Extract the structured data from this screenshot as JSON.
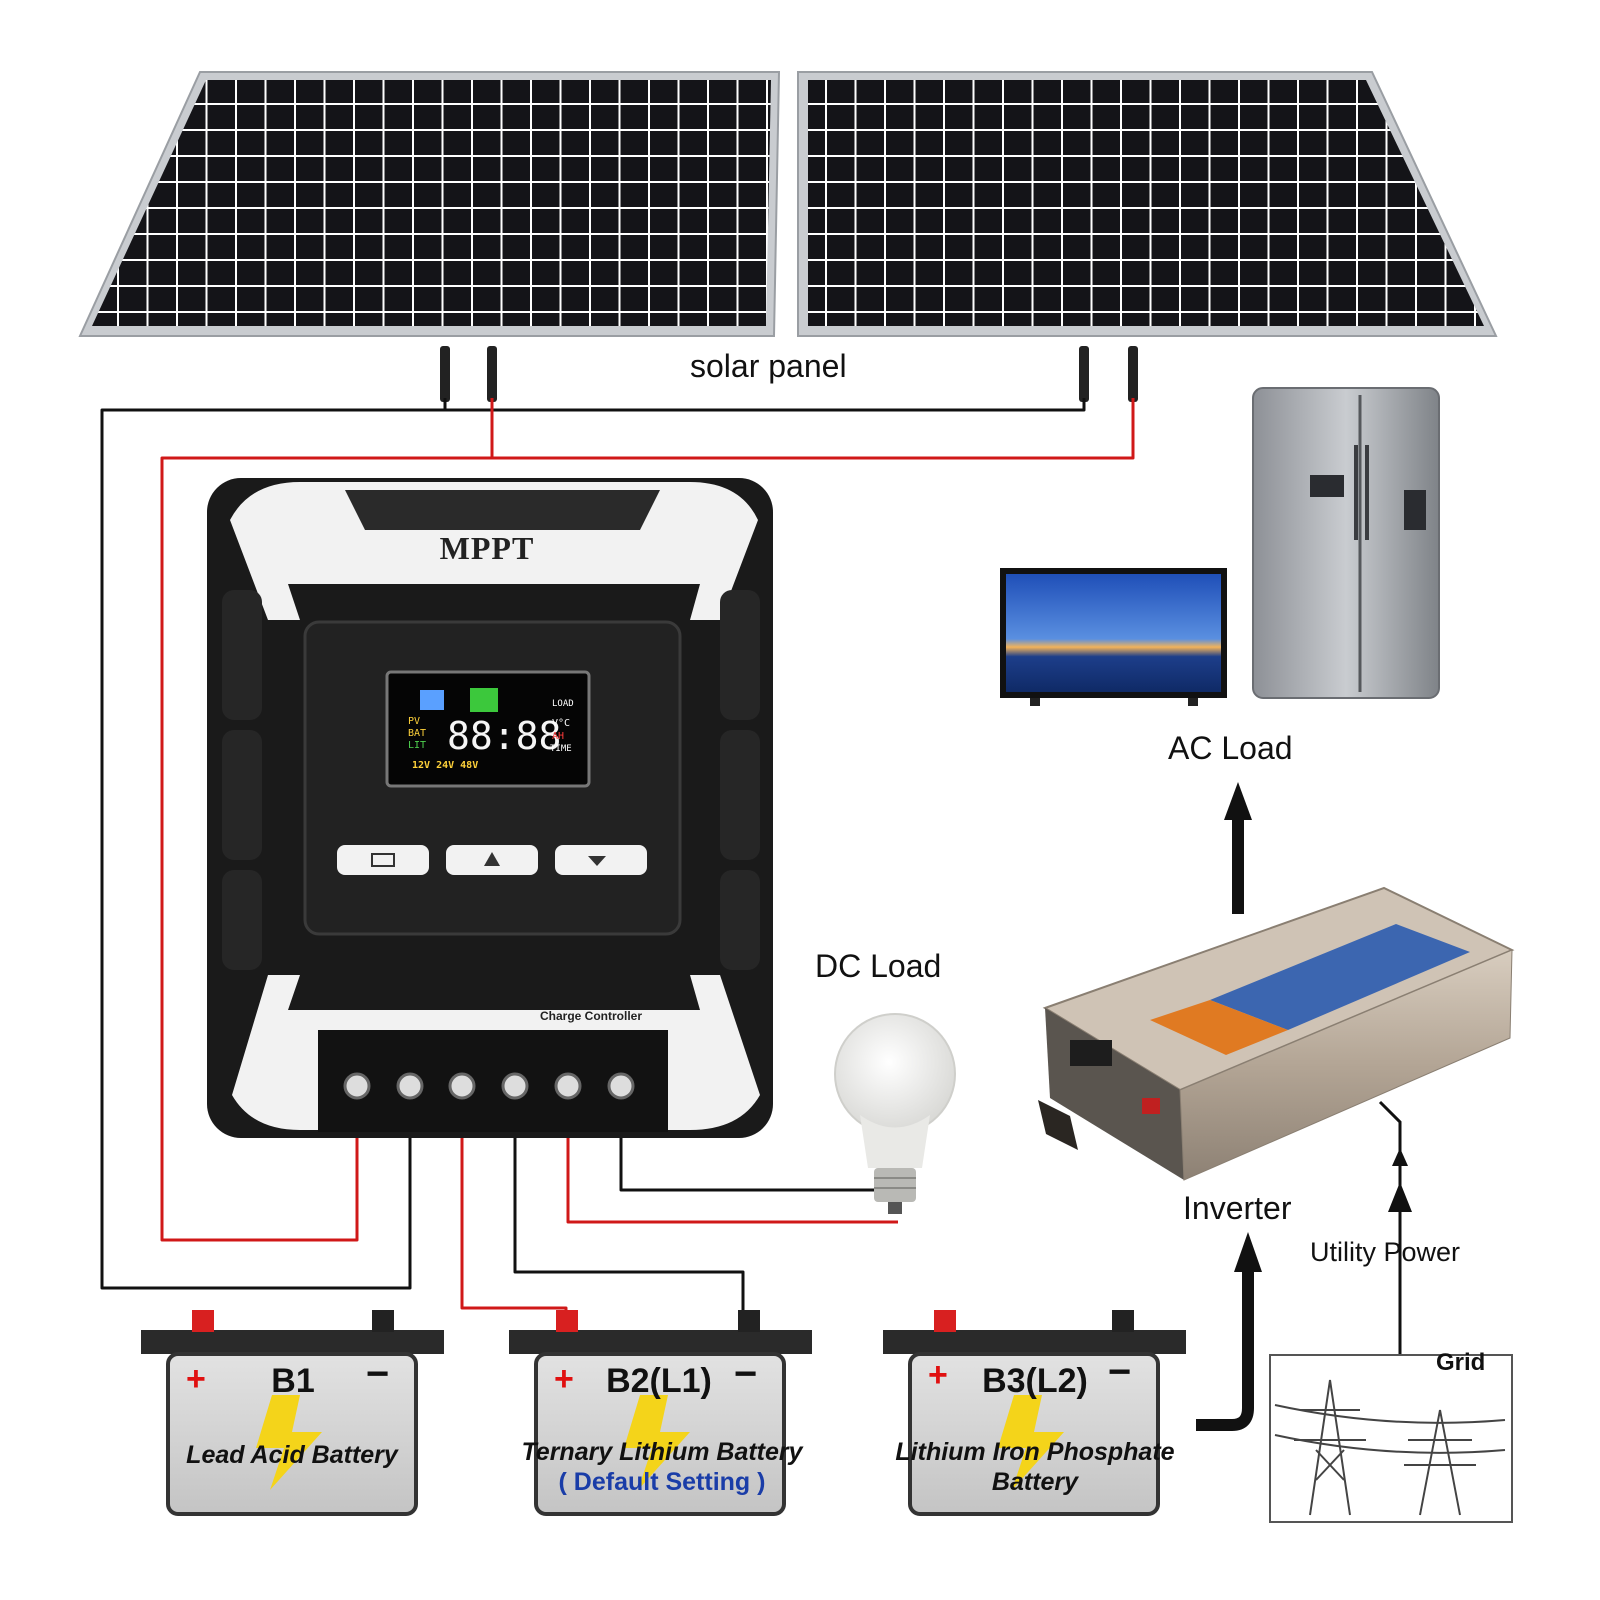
{
  "labels": {
    "solar_panel": "solar panel",
    "ac_load": "AC Load",
    "dc_load": "DC Load",
    "inverter": "Inverter",
    "utility_power": "Utility Power",
    "grid": "Grid"
  },
  "controller": {
    "brand": "MPPT",
    "subtitle": "Charge Controller",
    "lcd": {
      "pv": "PV",
      "bat": "BAT",
      "lit": "LIT",
      "load": "LOAD",
      "digits": "88:88",
      "units": "V°C",
      "ah": "AH",
      "time": "TIME",
      "voltages": "12V 24V 48V"
    }
  },
  "batteries": [
    {
      "name": "B1",
      "type": "Lead Acid Battery",
      "note": ""
    },
    {
      "name": "B2(L1)",
      "type": "Ternary Lithium Battery",
      "note": "( Default Setting )"
    },
    {
      "name": "B3(L2)",
      "type": "Lithium Iron Phosphate Battery",
      "note": ""
    }
  ],
  "colors": {
    "wire_positive": "#d01818",
    "wire_negative": "#111111",
    "default_setting": "#1a3da8",
    "controller_body": "#1a1a1a",
    "controller_trim": "#f2f2f2"
  }
}
